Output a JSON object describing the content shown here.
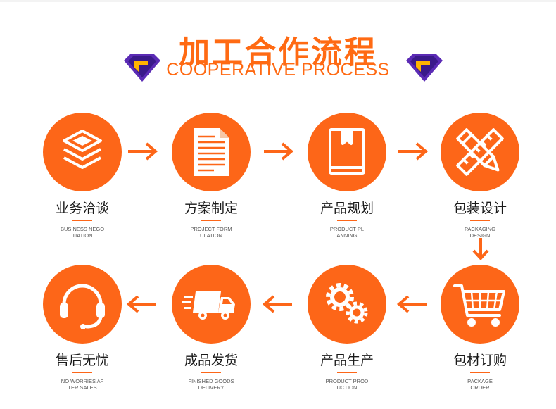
{
  "header": {
    "title_cn": "加工合作流程",
    "title_en": "COOPERATIVE PROCESS"
  },
  "colors": {
    "accent": "#fd6618",
    "gem_purple": "#5b2bb5",
    "gem_gold": "#ffb400"
  },
  "steps": [
    {
      "label_cn": "业务洽谈",
      "label_en": "BUSINESS NEGO\nTIATION",
      "icon": "layers-icon"
    },
    {
      "label_cn": "方案制定",
      "label_en": "PROJECT FORM\nULATION",
      "icon": "document-icon"
    },
    {
      "label_cn": "产品规划",
      "label_en": "PRODUCT PL\nANNING",
      "icon": "book-icon"
    },
    {
      "label_cn": "包装设计",
      "label_en": "PACKAGING\nDESIGN",
      "icon": "pencil-ruler-icon"
    },
    {
      "label_cn": "包材订购",
      "label_en": "PACKAGE\nORDER",
      "icon": "cart-icon"
    },
    {
      "label_cn": "产品生产",
      "label_en": "PRODUCT PROD\nUCTION",
      "icon": "gears-icon"
    },
    {
      "label_cn": "成品发货",
      "label_en": "FINISHED GOODS\nDELIVERY",
      "icon": "truck-icon"
    },
    {
      "label_cn": "售后无忧",
      "label_en": "NO WORRIES AF\nTER SALES",
      "icon": "headset-icon"
    }
  ]
}
